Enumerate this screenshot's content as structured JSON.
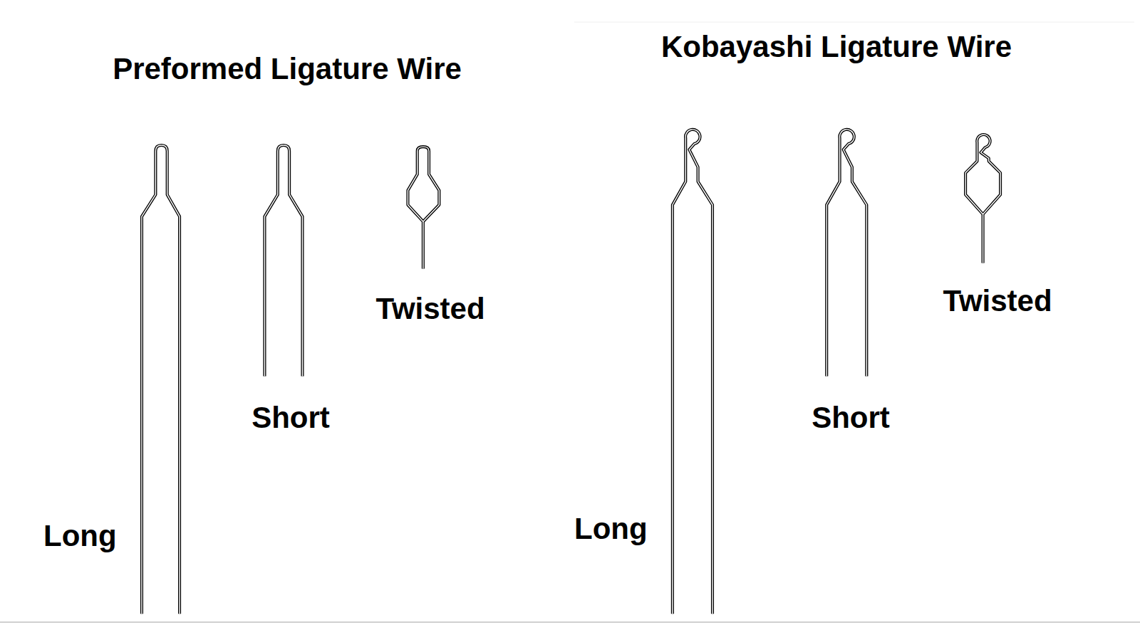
{
  "diagram": {
    "labels": [
      "Preformed Ligature Wire",
      "Long",
      "Short",
      "Twisted",
      "Kobayashi Ligature Wire",
      "Long",
      "Short",
      "Twisted"
    ]
  }
}
